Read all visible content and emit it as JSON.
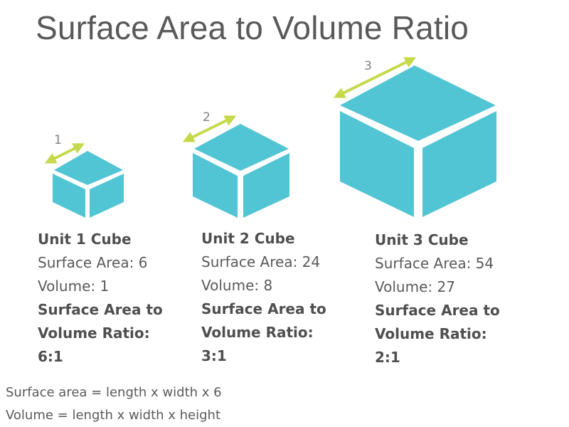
{
  "title": "Surface Area to Volume Ratio",
  "colors": {
    "cube": "#52C5D4",
    "arrow": "#C5D94A",
    "text": "#5A5A5A"
  },
  "cubes": [
    {
      "dimension_label": "1",
      "heading": "Unit 1 Cube",
      "surface_area": "Surface Area: 6",
      "volume": "Volume: 1",
      "ratio_label_line1": "Surface Area to",
      "ratio_label_line2": "Volume Ratio:",
      "ratio_value": "6:1"
    },
    {
      "dimension_label": "2",
      "heading": "Unit 2 Cube",
      "surface_area": "Surface Area: 24",
      "volume": "Volume: 8",
      "ratio_label_line1": "Surface Area to",
      "ratio_label_line2": "Volume Ratio:",
      "ratio_value": "3:1"
    },
    {
      "dimension_label": "3",
      "heading": "Unit 3 Cube",
      "surface_area": "Surface Area: 54",
      "volume": "Volume: 27",
      "ratio_label_line1": "Surface Area to",
      "ratio_label_line2": "Volume Ratio:",
      "ratio_value": "2:1"
    }
  ],
  "formulas": {
    "surface_area": "Surface area = length x width x 6",
    "volume": "Volume = length x width x height"
  }
}
